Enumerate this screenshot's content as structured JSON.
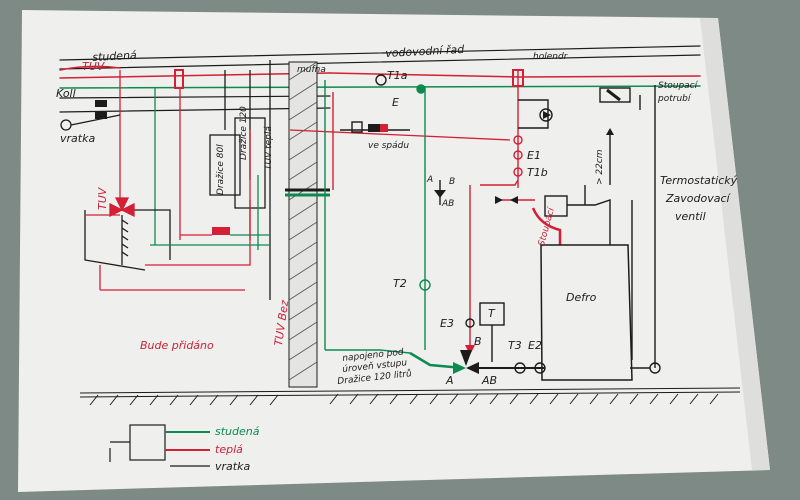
{
  "colors": {
    "cold_water": "#0d8a50",
    "hot_water": "#d41f35",
    "return": "#1c1c1c",
    "paper": "#efefee",
    "background": "#7d8a86"
  },
  "labels": {
    "studena_top": "studená",
    "tuv_top": "TUV",
    "vodovodni_rad": "vodovodní řad",
    "kolektor": "Koll",
    "vratka_left": "vratka",
    "mufna": "mufna",
    "t1a": "T1a",
    "e_label": "E",
    "ventil_spadu": "ve spádu",
    "holendr": "holendr",
    "e1": "E1",
    "t1b": "T1b",
    "dim_22cm": "> 22cm",
    "stoupaci": "Stoupací",
    "stoupaci2": "potrubí",
    "termostaticky": "Termostatický",
    "zavodovaci": "Zavodovací",
    "ventil": "ventil",
    "tuv_mixer": "TUV",
    "drazice_801": "Dražice 80l",
    "drazice_120": "Dražice 120",
    "tuv_tepla": "TUV teplá",
    "tuv_bez": "TUV Bez",
    "bude_pridano": "Bude přidáno",
    "t2": "T2",
    "defro": "Defro",
    "e3": "E3",
    "t_box": "T",
    "b_valve": "B",
    "a_valve": "A",
    "ab_valve": "AB",
    "t3": "T3",
    "e2": "E2",
    "a_small": "A",
    "b_small": "B",
    "ab_small": "AB",
    "napojeno_1": "napojeno pod",
    "napojeno_2": "úroveň vstupu",
    "napojeno_3": "Dražice 120 litrů",
    "legend_studena": "studená",
    "legend_tepla": "teplá",
    "legend_vratka": "vratka"
  }
}
